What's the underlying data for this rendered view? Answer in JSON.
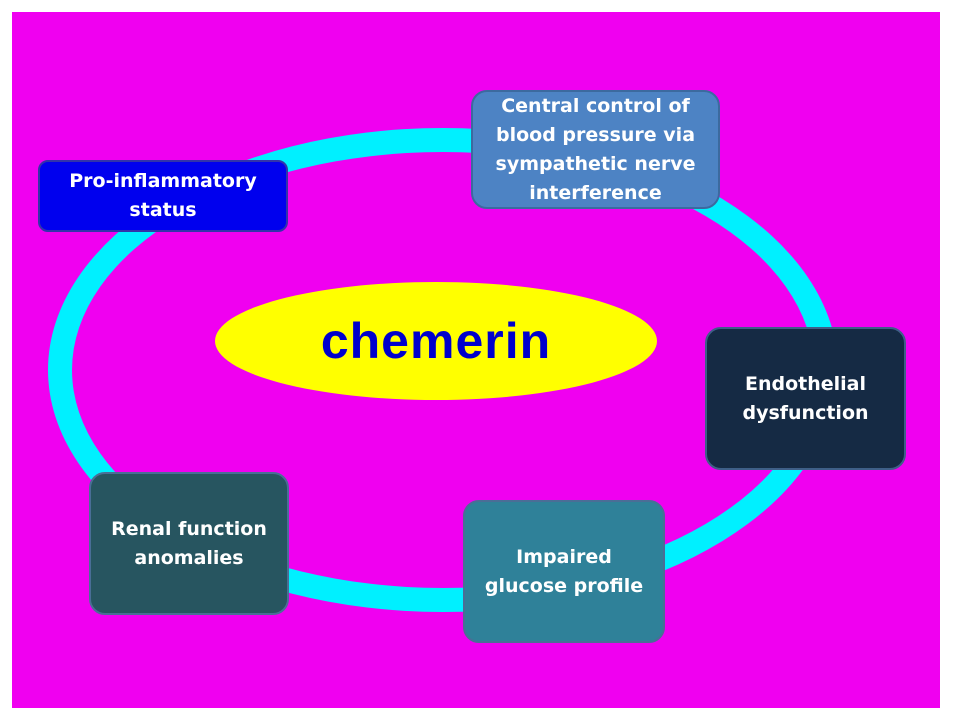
{
  "diagram": {
    "center": {
      "label": "chemerin"
    },
    "nodes": {
      "pro_inflammatory": "Pro-inflammatory\nstatus",
      "central_control": "Central control of\nblood pressure via\nsympathetic nerve\ninterference",
      "endothelial": "Endothelial\ndysfunction",
      "glucose": "Impaired\nglucose profile",
      "renal": "Renal function\nanomalies"
    }
  },
  "colors": {
    "background": "#f000f0",
    "ring": "#00f0ff",
    "center_fill": "#ffff00",
    "center_text": "#0000cc",
    "pro_inflammatory": "#0000ee",
    "central_control": "#4d83c4",
    "endothelial": "#152a44",
    "glucose": "#2f8199",
    "renal": "#275560"
  }
}
